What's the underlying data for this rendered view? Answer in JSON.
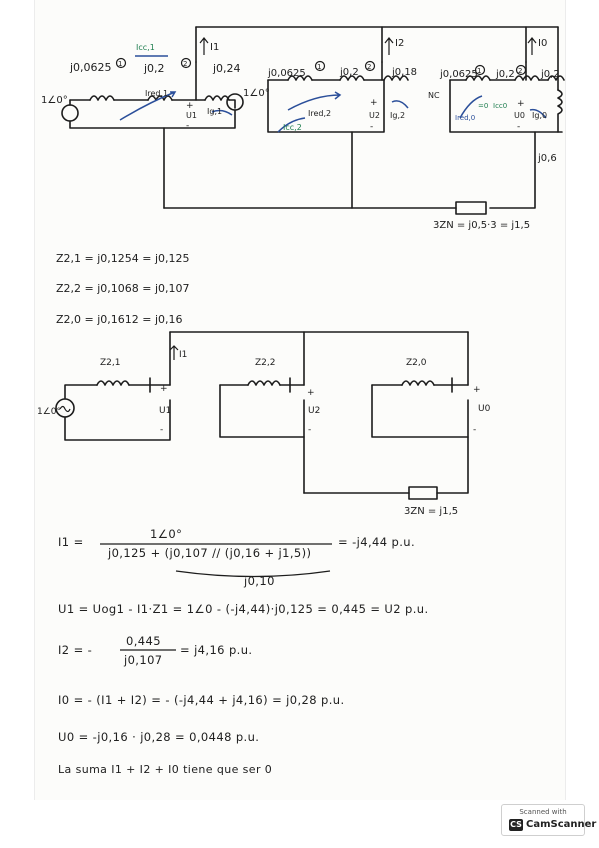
{
  "circuit1": {
    "impedances": [
      "j0,0625",
      "j0,2",
      "j0,24",
      "j0,0625",
      "j0,2",
      "j0,18",
      "j0,0625",
      "j0,2",
      "j0,2",
      "j0,6"
    ],
    "source1": "1∠0°",
    "source2": "1∠0°",
    "nodes": [
      "1",
      "2",
      "1",
      "2",
      "1",
      "2"
    ],
    "currents": [
      "I1",
      "I2",
      "I0"
    ],
    "labels": {
      "icc1": "Icc,1",
      "ired1": "Ired,1",
      "ig1": "Ig,1",
      "u1": "U1",
      "ired2": "Ired,2",
      "icc2": "Icc,2",
      "ig2": "Ig,2",
      "u2": "U2",
      "nc": "NC",
      "ired0": "Ired,0",
      "zero": "=0",
      "icc0": "Icc0",
      "ig0": "Ig,0",
      "u0": "U0",
      "plus": "+",
      "minus": "-"
    },
    "ground_eq": "3ZN = j0,5·3 = j1,5"
  },
  "thevenin": [
    "Z2,1 = j0,1254 = j0,125",
    "Z2,2 = j0,1068 = j0,107",
    "Z2,0 = j0,1612 = j0,16"
  ],
  "circuit2": {
    "z_labels": [
      "Z2,1",
      "Z2,2",
      "Z2,0"
    ],
    "source": "1∠0°",
    "current": "I1",
    "voltages": [
      "U1",
      "U2",
      "U0"
    ],
    "ground": "3ZN = j1,5",
    "plus": "+",
    "minus": "-"
  },
  "equations": {
    "i1_lhs": "I1 =",
    "i1_num": "1∠0°",
    "i1_den": "j0,125 + (j0,107 // (j0,16 + j1,5))",
    "i1_result": "= -j4,44 p.u.",
    "i1_under": "j0,10",
    "u1": "U1 = Uog1 - I1·Z1 = 1∠0 - (-j4,44)·j0,125 = 0,445 = U2 p.u.",
    "i2_lhs": "I2 = -",
    "i2_num": "0,445",
    "i2_den": "j0,107",
    "i2_result": "= j4,16 p.u.",
    "i0": "I0 = - (I1 + I2) = - (-j4,44 + j4,16) = j0,28 p.u.",
    "u0": "U0 = -j0,16 · j0,28 = 0,0448 p.u.",
    "note": "La suma I1 + I2 + I0 tiene que ser 0"
  },
  "scanner": {
    "line1": "Scanned with",
    "line2": "CamScanner"
  }
}
